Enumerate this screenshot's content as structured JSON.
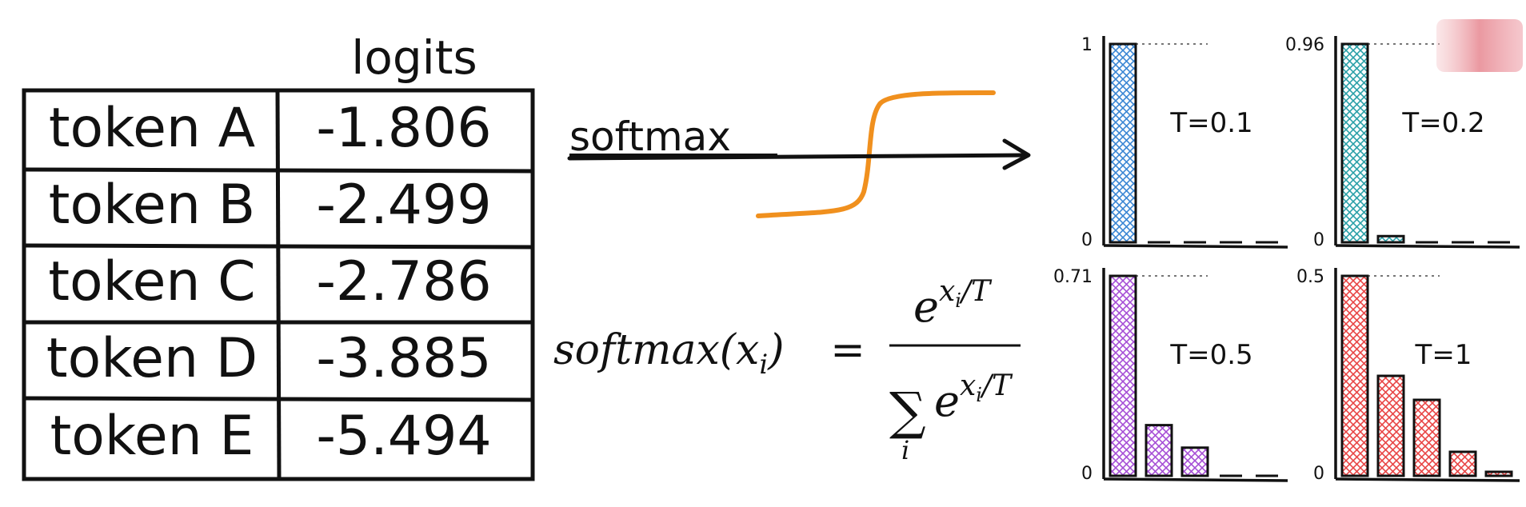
{
  "table": {
    "header": "logits",
    "rows": [
      {
        "token": "token A",
        "logit": "-1.806"
      },
      {
        "token": "token B",
        "logit": "-2.499"
      },
      {
        "token": "token C",
        "logit": "-2.786"
      },
      {
        "token": "token D",
        "logit": "-3.885"
      },
      {
        "token": "token E",
        "logit": "-5.494"
      }
    ]
  },
  "arrow": {
    "label": "softmax",
    "sigmoid_color": "#f0901e"
  },
  "formula": {
    "lhs": "softmax(x",
    "lhs_sub": "i",
    "lhs_close": ")",
    "equals": "=",
    "num_base": "e",
    "num_exp": "x",
    "num_exp_sub": "i",
    "num_exp_tail": "/T",
    "den_sum": "∑",
    "den_sum_sub": "i",
    "den_base": "e",
    "den_exp": "x",
    "den_exp_sub": "i",
    "den_exp_tail": "/T"
  },
  "chart_data": [
    {
      "type": "bar",
      "title": "T=0.1",
      "values": [
        1.0,
        0.0,
        0.0,
        0.0,
        0.0
      ],
      "ylim": [
        0,
        1
      ],
      "ytick_labels": [
        "0",
        "1"
      ],
      "color": "#3a86d4"
    },
    {
      "type": "bar",
      "title": "T=0.2",
      "values": [
        0.96,
        0.03,
        0.01,
        0.0,
        0.0
      ],
      "ylim": [
        0,
        0.96
      ],
      "ytick_labels": [
        "0",
        "0.96"
      ],
      "color": "#2aa0a8"
    },
    {
      "type": "bar",
      "title": "T=0.5",
      "values": [
        0.71,
        0.18,
        0.1,
        0.01,
        0.0
      ],
      "ylim": [
        0,
        0.71
      ],
      "ytick_labels": [
        "0",
        "0.71"
      ],
      "color": "#a64fd6"
    },
    {
      "type": "bar",
      "title": "T=1",
      "values": [
        0.5,
        0.25,
        0.19,
        0.06,
        0.01
      ],
      "ylim": [
        0,
        0.5
      ],
      "ytick_labels": [
        "0",
        "0.5"
      ],
      "color": "#e84545"
    }
  ]
}
